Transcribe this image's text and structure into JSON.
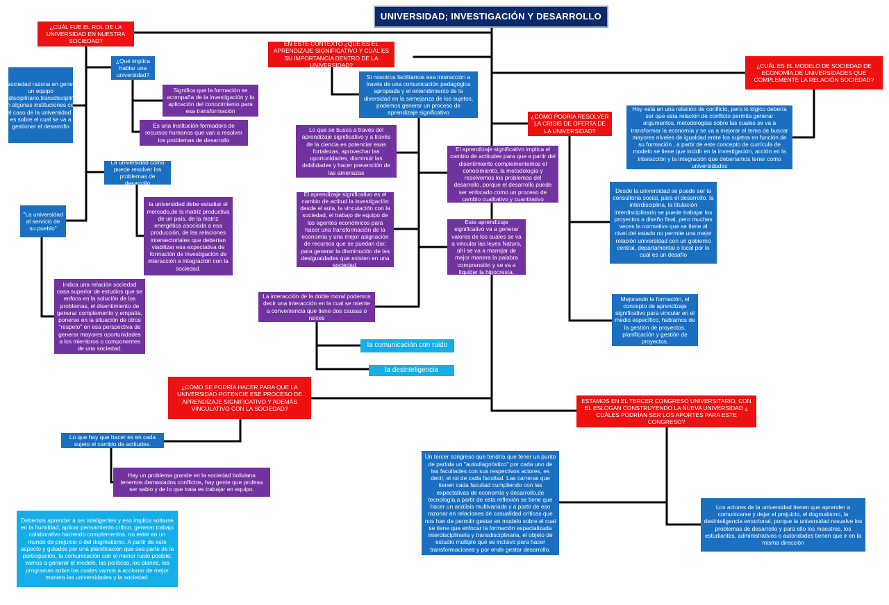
{
  "title": "UNIVERSIDAD; INVESTIGACIÓN Y DESARROLLO",
  "colors": {
    "question": "#ee1111",
    "answer_blue": "#1a6fc1",
    "answer_purple": "#7232a0",
    "answer_cyan": "#15aee9",
    "title_bg": "#0a2a6a",
    "connector": "#000000"
  },
  "nodes": {
    "q_rol": "¿CUÁL FUE EL ROL DE LA UNIVERSIDAD EN NUESTRA SOCIEDAD?",
    "equipo_interdisciplinario": "la sociedad razona en generar un equipo interdisciplinario,transdisciplinario y en algunas instituciones como en el caso de la universidad que es sobre el cual se va a gestionar el desarrollo",
    "q_que_implica": "¿Qué implica hablar una universidad?",
    "significa_formacion": "Significa que la formación se acompaña de la investigación y la aplicación del conocimiento para esa transformación",
    "institucion_formadora": "Es una institución formadora de recursos humanos que van a resolver los problemas de desarrollo",
    "universidad_como_resolver": "La universidad cómo puede resolver los problemas de desarrollo",
    "debe_estudiar_mercado": "la universidad debe estudiar el mercado,de la matriz productiva de un país, de la matriz energética asociada a esa producción, de las relaciones intersectoriales que deberían viabilizar esa expectativa de formación de investigación de interacción e integración con la sociedad.",
    "universidad_servicio": "\"La universidad al servicio de su pueblo\"",
    "relacion_sociedad_casa": "Indica una relación sociedad casa superior de estudios que se enfoca en la solución de los problemas, el disentimiento de generar complemento y empatía, ponerse en la situación de otros \"respeto\" en esa perspectiva de generar mayores oportunidades a los miembros o componentes de una sociedad.",
    "q_contexto": "EN ESTE CONTEXTO ¿QUÉ ES EL APRENDIZAJE SIGNIFICATIVO Y CUÁL ES SU IMPORTANCIA DENTRO DE LA UNIVERSIDAD?",
    "facilitamos_interaccion": "Si nosotros facilitamos esa interacción a través de una comunicación pedagógica apropiada y el entendimiento de la diversidad en la semejanza de los sujetos, podemos generar un proceso de aprendizaje significativo",
    "lo_que_se_busca": "Lo que se busca a través del aprendizaje significativo y a través de la ciencia es potenciar esas fortalezas, aprovechar las oportunidades, disminuir las debilidades y hacer prevención de las amenazas",
    "cambio_actitud_investigacion": "El aprendizaje significativo es el cambio de actitud la investigación desde el aula, la vinculación con la sociedad, el trabajo de equipo de los agentes económicos para hacer una transformación de la economía y una mejor asignación de recursos que se puedan dar; para generar la disminución de las desigualdades que existen en una sociedad.",
    "cambio_actitudes_parte": "El aprendizaje significativo implica el cambio de actitudes para que a partir del disentimiento complementemos el conocimiento, la metodología y resolvemos los problemas del desarrollo, porque el desarrollo puede ser enfocado como un proceso de cambio cualitativo y cuantitativo",
    "vincular_leyes": "Este aprendizaje significativo va a generar valores de los cuales se va a vincular las leyes Natura, ahí se va a manejar de mejor manera la palabra comprensión y se va a liquidar la hipocresía.",
    "doble_moral": "La interacción de la doble moral podemos decir una interacción en la cual se miente a conveniencia que tiene dos causas o raíces",
    "comunicacion_ruido": "la comunicación con ruido",
    "desinteligencia": "la desinteligencia",
    "q_resolver_crisis": "¿CÓMO PODRÍA RESOLVER LA CRISIS DE OFERTA DE LA UNIVERSIDAD?",
    "consultoria_social": "Desde la universidad se puede ser la consultoría social, para el desarrollo, la interdisciplina, la titulación interdisciplinario se puede trabajar los proyectos a diseño final, pero muchas veces la normativa que se tiene al nivel del estado no permite una mejor relación universidad con un gobierno central, departamental o local por lo cual es un desafío",
    "mejorando_formacion": "Mejorando la formación, el concepto de aprendizaje significativo para vincular en el medio específico, hablamos de la gestión de proyectos, planificación y gestión de proyectos.",
    "q_modelo_sociedad": "¿CUÁL ES EL MODELO DE SOCIEDAD DE ECONOMÍA,DE UNIVERSIDADES QUE COMPLEMENTE LA RELACIÓN SOCIEDAD?",
    "relacion_conflicto": "Hoy está en una relación de conflicto, pero lo lógico  debería ser que esta relación de conflicto permita generar argumentos, metodologías sobre las cuales se va a transformar la economía y se va a mejorar el tema de buscar mayores niveles de igualdad entre los sujetos en función de su formación , a partir de este concepto de currícula de modelo se tiene que incidir en la investigación, acción en la interacción y la integración que deberíamos tener como universidades",
    "q_potenciar": "¿CÓMO SE PODRÍA HACER PARA QUE LA UNIVERSIDAD POTENCIE ESE PROCESO DE APRENDIZAJE SIGNIFICATIVO Y ADEMÁS VINCULATIVO CON LA SOCIEDAD?",
    "cambio_actitudes": "Lo que hay que hacer es en cada sujeto el cambio de actitudes.",
    "problema_conflictos": "Hay un problema grande en la sociedad boliviana tenemos demasiados conflictos, hay gente que profesa ser sabio y de lo que trata es trabajar en equipo.",
    "aprender_inteligentes": "Debemos aprender a ser inteligentes y eso implica soltarse en la humildad, aplicar pensamiento crítico, generar trabajo colaborativo haciendo complementos, no estar en un mundo de prejuicio o del dogmatismo. A partir de este aspecto y gulados por una planificación que sea parte de la participación, la comunicación con el menor ruido posible; vamos a generar el modelo, las políticas, los planes, los programas sobre los cuales vamos a accionar de mejor manera las universidades y la sociedad.",
    "q_tercer_congreso": "ESTAMOS EN EL TERCER CONGRESO UNIVERSITARIO, CON EL ESLOGAN CONSTRUYENDO LA NUEVA UNIVERSIDAD ¿ CUÁLES PODRÍAN SER LOS APORTES PARA ESTE CONGRESO?",
    "autodiagnostico": "Un tercer congreso que tendría que tener un punto de partida un \"autodiagnóstico\" por cada uno de las facultades con sus respectivos actores, es decir, el rol de cada facultad. Las carreras que tienen cada facultad cumpliendo con las expectativas de economía y desarrollo,de tecnología,a partir de esta reflexión se tiene que hacer un análisis multivariado y a partir de eso razonar en relaciones de casualidad críticas que nos han de permitir gestar en modelo sobre el cual se tiene que enfocar la formación especializada interdisciplinaria y transdisciplinaria, el objeto de estudio múltiple qué es incisivo para hacer transformaciones y por ende gestar desarrollo.",
    "actores_universidad": "Los actores de la universidad tienen que aprender a comunicarse y dejar el prejuicio, el dogmatismo, la desinteligencia emocional, porque la universidad resuelve los problemas de desarrollo y para ello los maestros, los estudiantes, administrativos o autoridades tienen que ir en la misma dirección"
  }
}
